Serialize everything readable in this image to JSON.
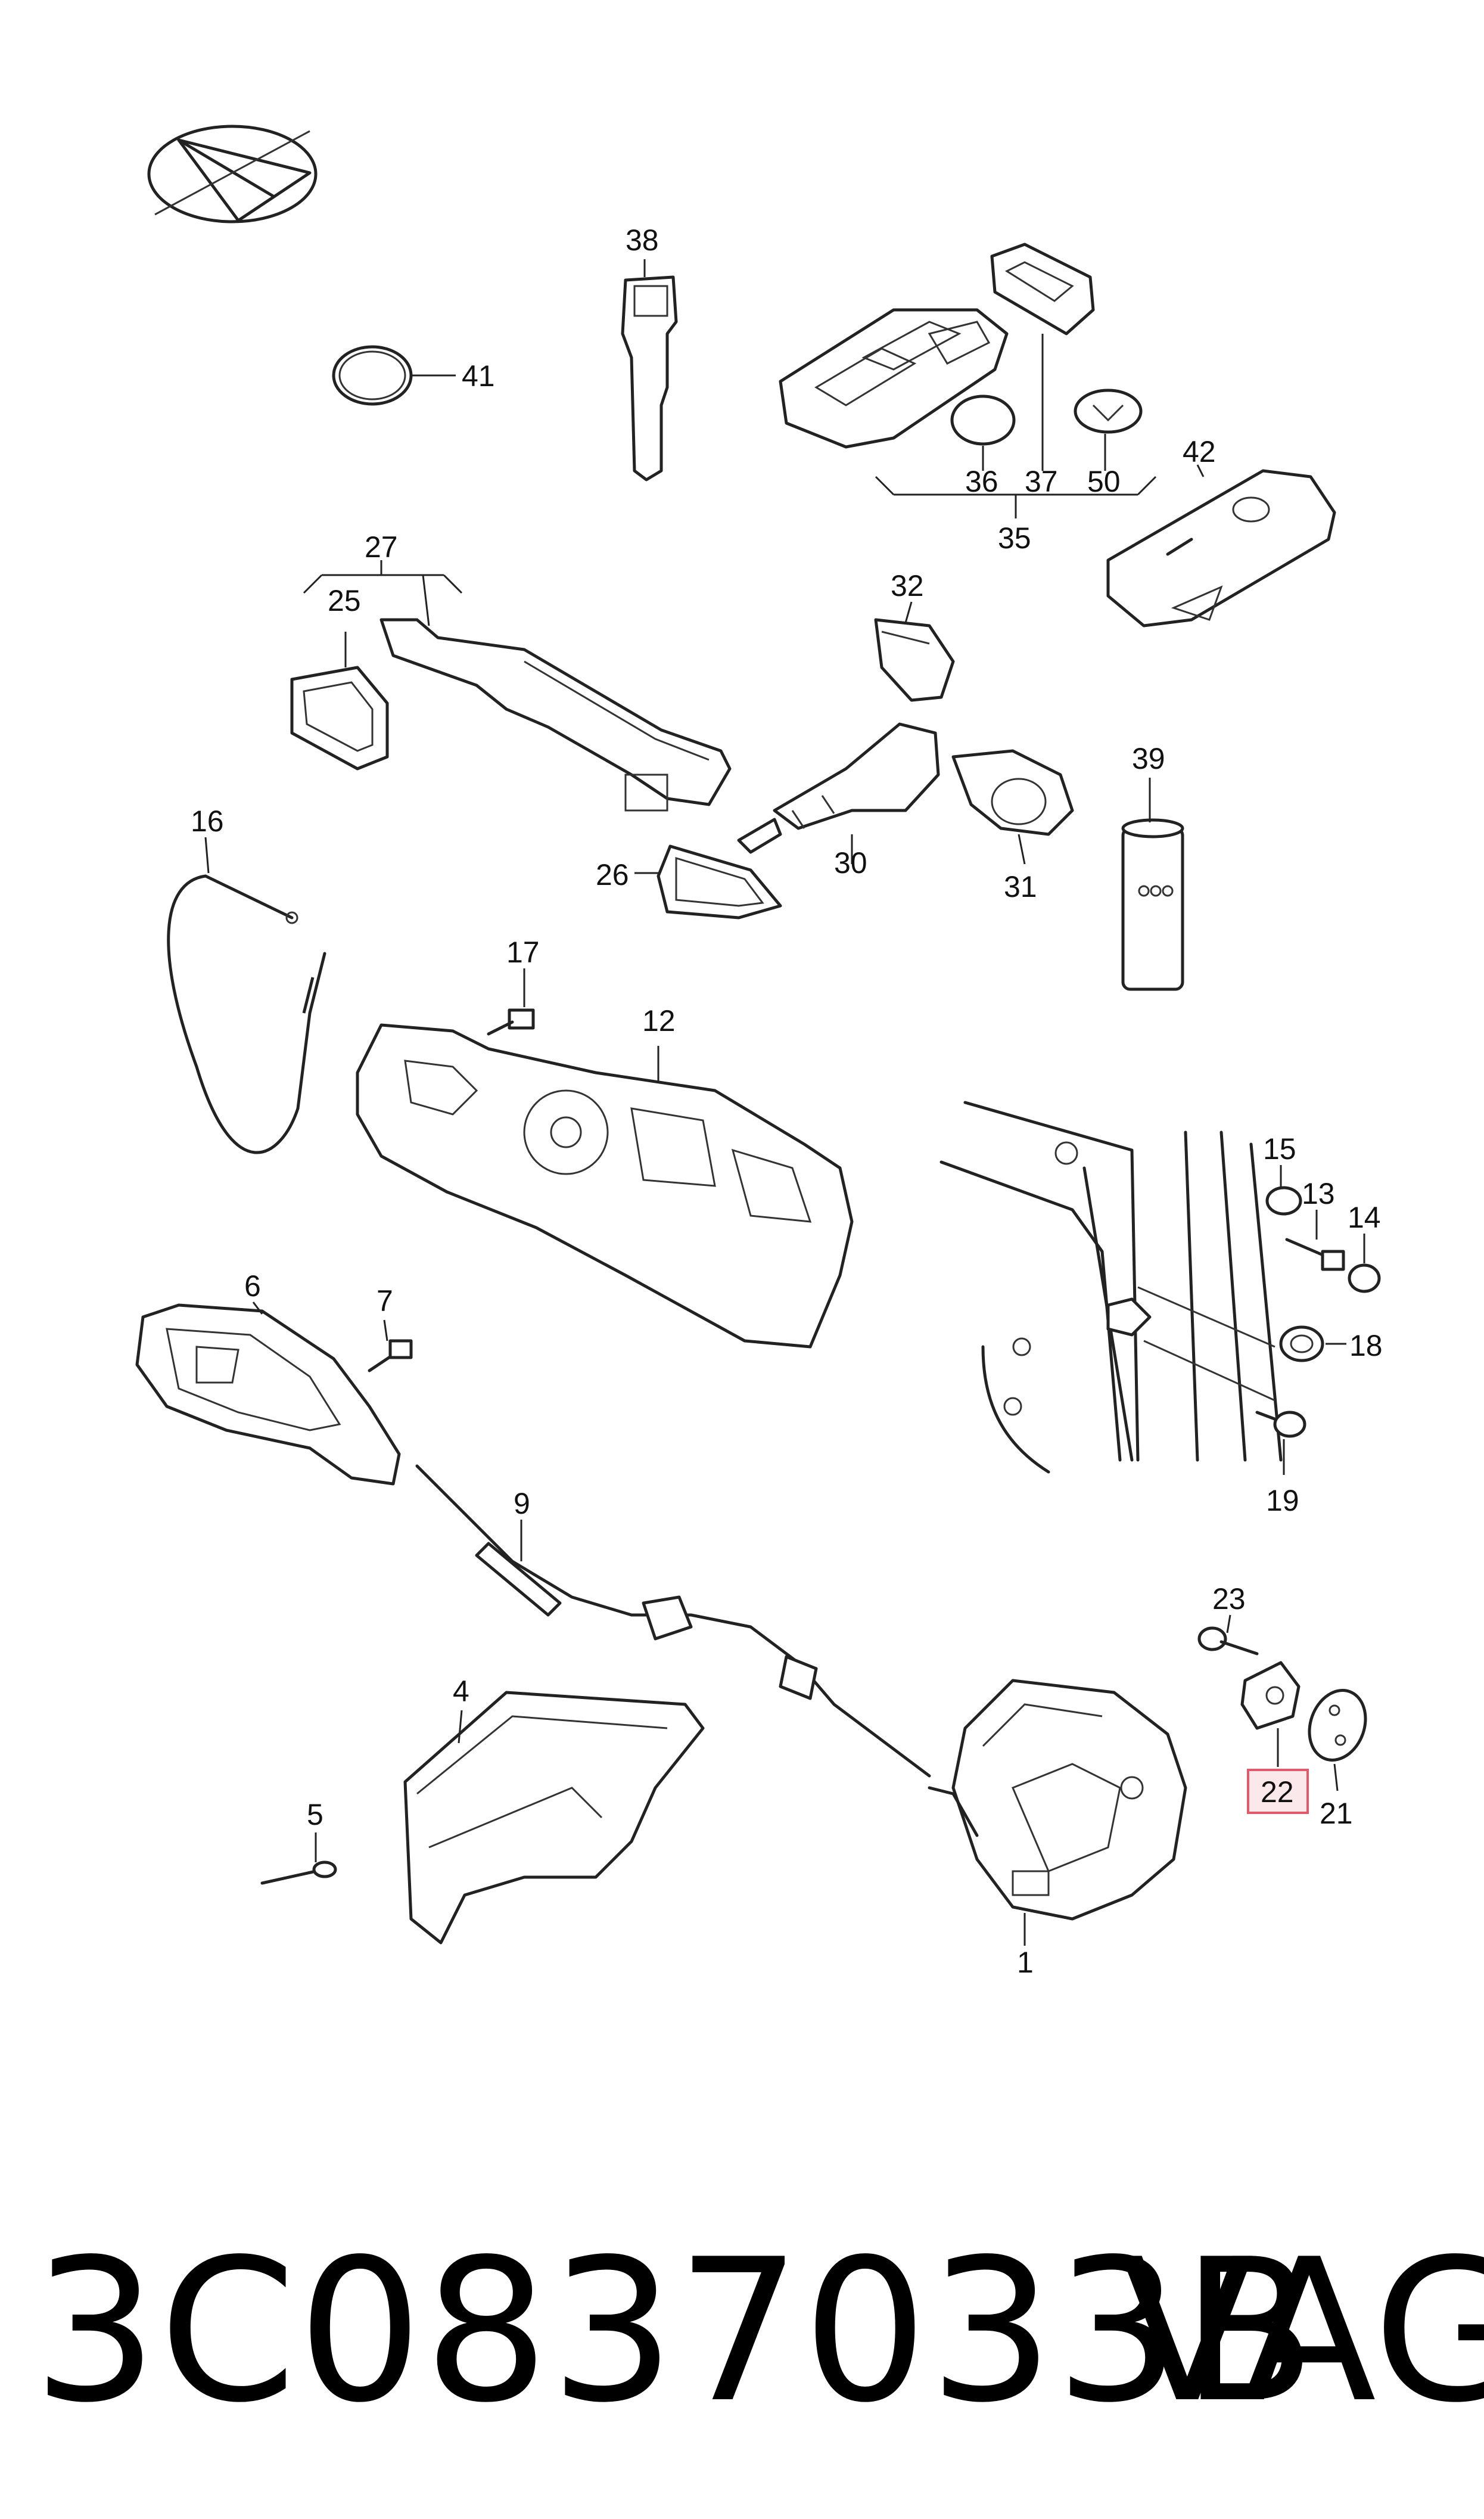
{
  "diagram": {
    "callouts": {
      "c1": "1",
      "c4": "4",
      "c5": "5",
      "c6": "6",
      "c7": "7",
      "c9": "9",
      "c12": "12",
      "c13": "13",
      "c14": "14",
      "c15": "15",
      "c16": "16",
      "c17": "17",
      "c18": "18",
      "c19": "19",
      "c21": "21",
      "c22": "22",
      "c23": "23",
      "c25": "25",
      "c26": "26",
      "c27": "27",
      "c30": "30",
      "c31": "31",
      "c32": "32",
      "c35": "35",
      "c36": "36",
      "c37": "37",
      "c38": "38",
      "c39": "39",
      "c41": "41",
      "c42": "42",
      "c50": "50"
    },
    "highlight_color": "#e05a6a"
  },
  "footer": {
    "part_number": "3C0837033B",
    "brand": "VAG"
  }
}
